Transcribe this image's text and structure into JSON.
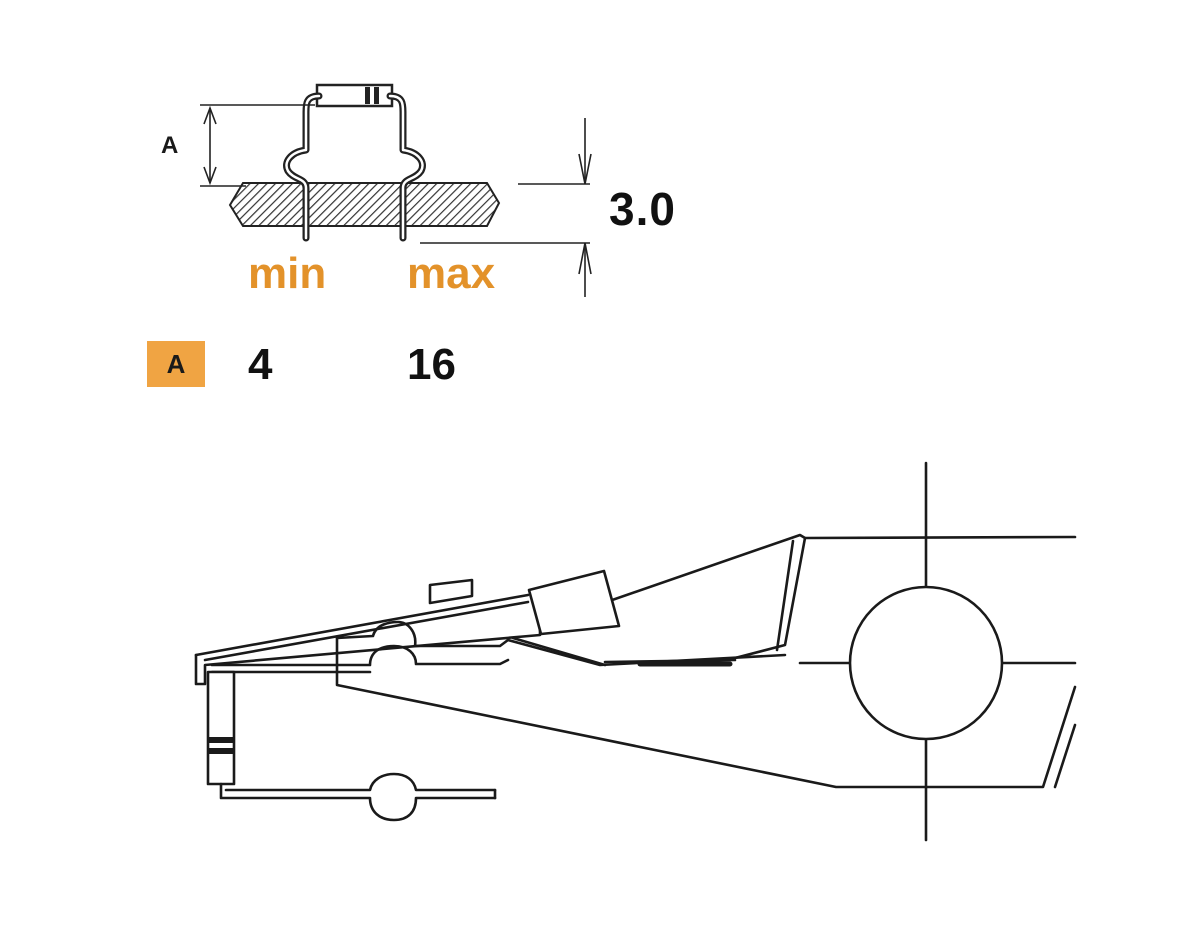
{
  "colors": {
    "accent": "#e3922a",
    "badge_bg": "#f0a443",
    "ink": "#111111"
  },
  "labels": {
    "dimension_letter": "A",
    "board_thickness": "3.0",
    "min_header": "min",
    "max_header": "max"
  },
  "table": {
    "row_label": "A",
    "min_value": "4",
    "max_value": "16"
  }
}
